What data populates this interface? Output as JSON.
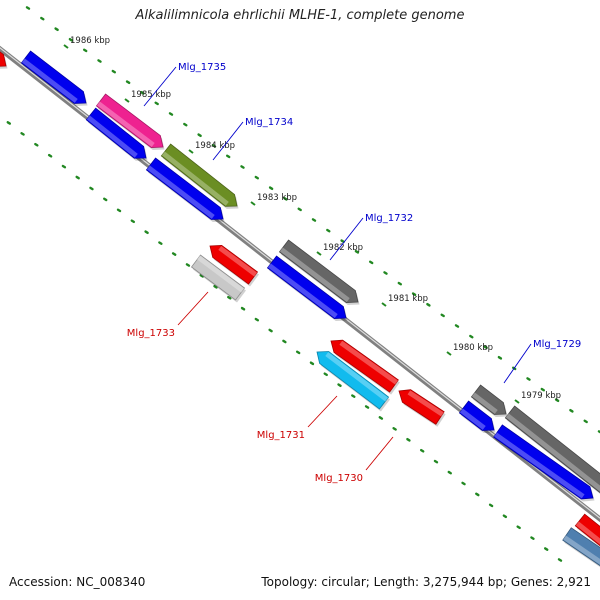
{
  "title": "Alkalilimnicola ehrlichii MLHE-1, complete genome",
  "footer": {
    "accession": "Accession: NC_008340",
    "summary": "Topology: circular; Length: 3,275,944 bp; Genes: 2,921"
  },
  "scale_ticks": [
    "1986 kbp",
    "1985 kbp",
    "1984 kbp",
    "1983 kbp",
    "1982 kbp",
    "1981 kbp",
    "1980 kbp",
    "1979 kbp"
  ],
  "gene_labels": [
    {
      "name": "Mlg_1735",
      "color": "#0000cc"
    },
    {
      "name": "Mlg_1734",
      "color": "#0000cc"
    },
    {
      "name": "Mlg_1732",
      "color": "#0000cc"
    },
    {
      "name": "Mlg_1729",
      "color": "#0000cc"
    },
    {
      "name": "Mlg_1733",
      "color": "#cc0000"
    },
    {
      "name": "Mlg_1731",
      "color": "#cc0000"
    },
    {
      "name": "Mlg_1730",
      "color": "#cc0000"
    }
  ],
  "colors": {
    "blue_cds": "#0000ee",
    "red_cds": "#ee0000",
    "pink_feature": "#ee2290",
    "olive_feature": "#6b8e23",
    "gray_feature": "#666666",
    "light_gray_feature": "#c8c8c8",
    "cyan_feature": "#11bbee",
    "steel_feature": "#4f7faf",
    "backbone": "#808080",
    "tick_marks": "#228822"
  }
}
